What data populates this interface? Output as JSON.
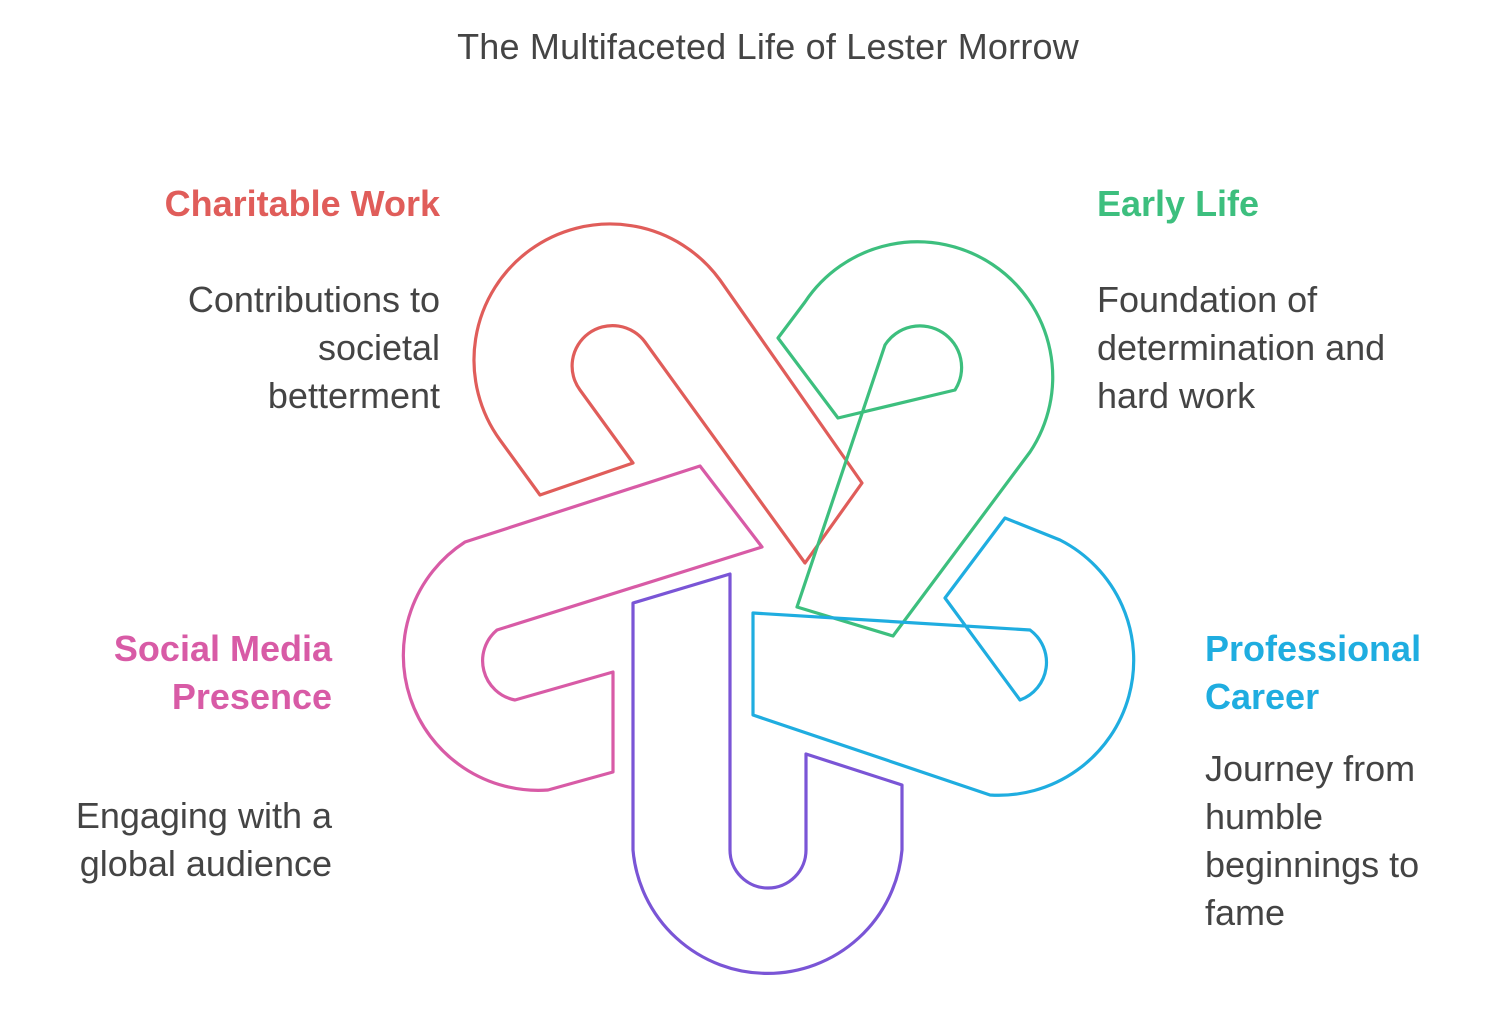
{
  "title": "The Multifaceted Life of Lester Morrow",
  "colors": {
    "charitable": "#e05d5a",
    "early_life": "#3dbf7e",
    "professional": "#1fade0",
    "social": "#d85ba6",
    "center": "#7a55d6"
  },
  "sections": {
    "charitable": {
      "label": "Charitable Work",
      "desc": [
        "Contributions to",
        "societal",
        "betterment"
      ]
    },
    "early_life": {
      "label": "Early Life",
      "desc": [
        "Foundation of",
        "determination and",
        "hard work"
      ]
    },
    "professional": {
      "label": [
        "Professional",
        "Career"
      ],
      "desc": [
        "Journey from",
        "humble",
        "beginnings to",
        "fame"
      ]
    },
    "social": {
      "label": [
        "Social Media",
        "Presence"
      ],
      "desc": [
        "Engaging with a",
        "global audience"
      ]
    }
  }
}
